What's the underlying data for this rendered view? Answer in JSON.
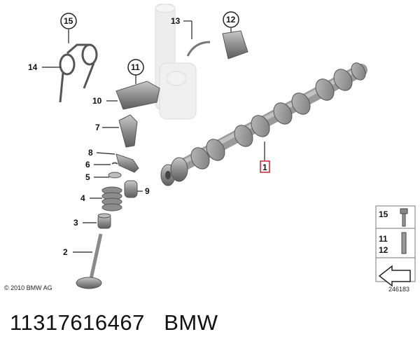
{
  "diagram": {
    "callouts": {
      "c1": "1",
      "c2": "2",
      "c3": "3",
      "c4": "4",
      "c5": "5",
      "c6": "6",
      "c7": "7",
      "c8": "8",
      "c9": "9",
      "c10": "10",
      "c11": "11",
      "c12": "12",
      "c13": "13",
      "c14": "14",
      "c15": "15"
    },
    "legend": {
      "n15": "15",
      "n11": "11",
      "n12": "12"
    },
    "copyright": "© 2010 BMW AG",
    "diagram_number": "246183",
    "highlight_color": "#cc2233"
  },
  "caption": {
    "part_number": "11317616467",
    "brand": "BMW"
  }
}
